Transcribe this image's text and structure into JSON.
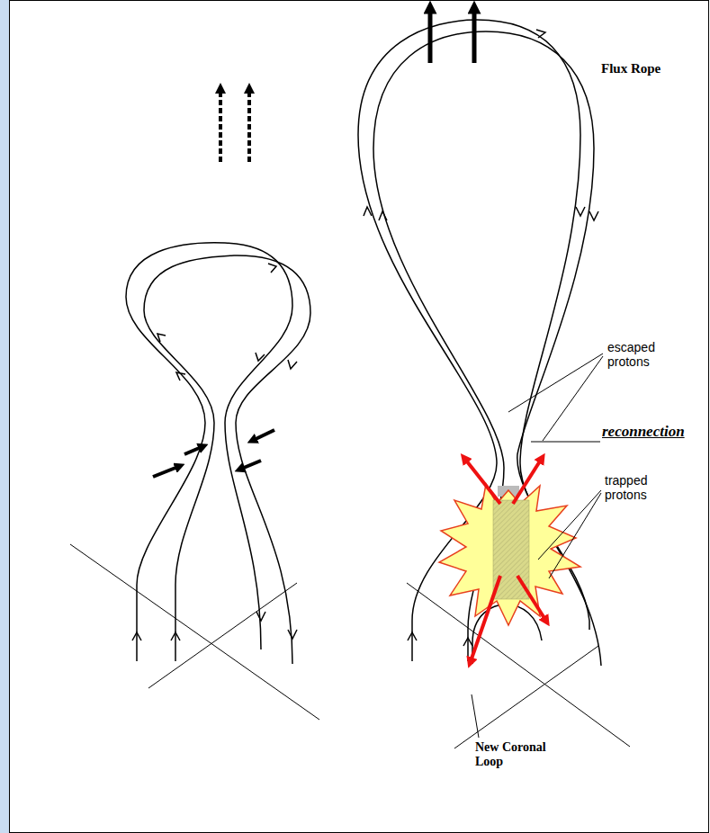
{
  "diagram": {
    "labels": [
      "Flux Rope",
      "escaped protons",
      "reconnection",
      "trapped protons",
      "New Coronal Loop"
    ]
  }
}
